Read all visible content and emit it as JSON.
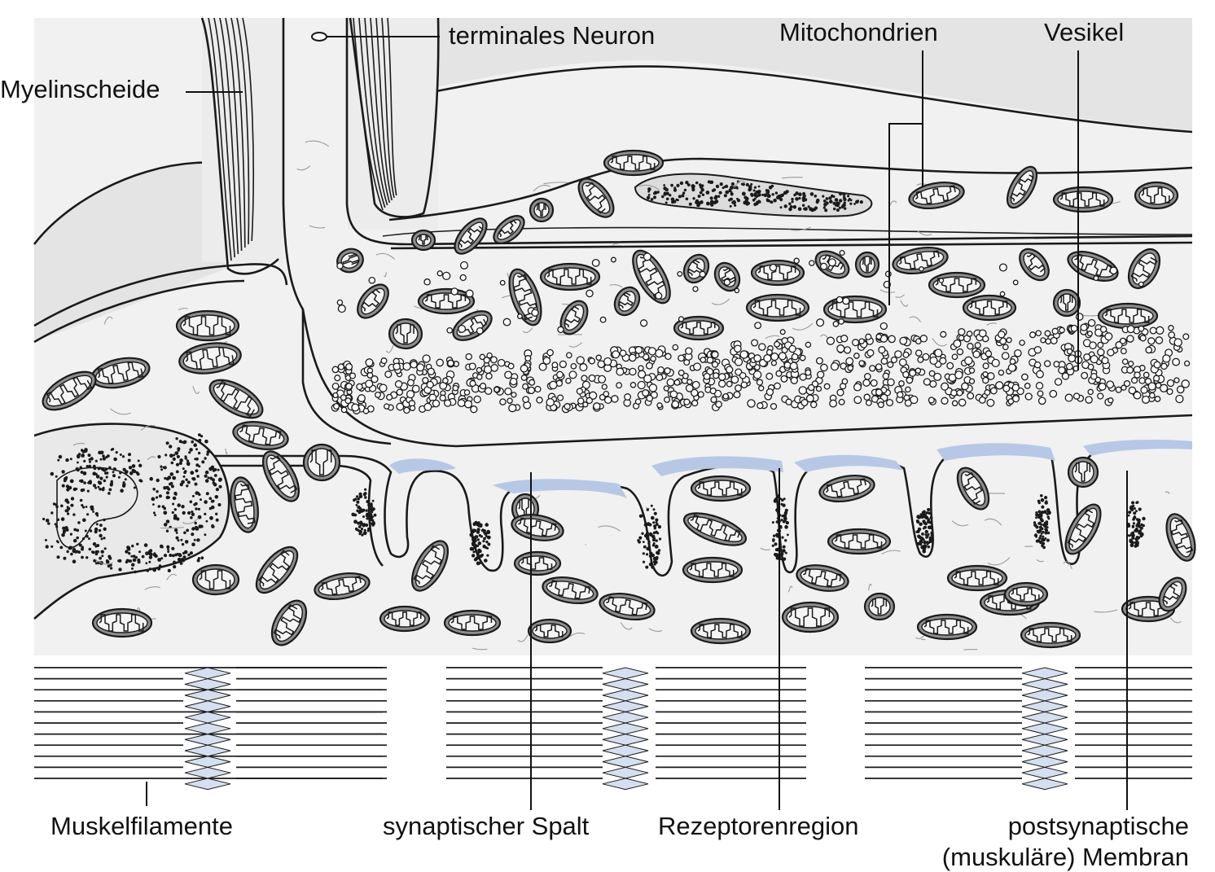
{
  "labels": {
    "myelinscheide": "Myelinscheide",
    "terminales_neuron": "terminales Neuron",
    "mitochondrien": "Mitochondrien",
    "vesikel": "Vesikel",
    "muskelfilamente": "Muskelfilamente",
    "synaptischer_spalt": "synaptischer Spalt",
    "rezeptorenregion": "Rezeptorenregion",
    "postsynaptische_1": "postsynaptische",
    "postsynaptische_2": "(muskuläre) Membran"
  },
  "colors": {
    "cytoplasm": "#f1f1f1",
    "outer_tissue": "#e6e6e6",
    "mitochondria": "#8e8e8e",
    "receptor": "#b7c8e6",
    "z_disc": "#d5dff0",
    "outline": "#1a1a1a"
  }
}
